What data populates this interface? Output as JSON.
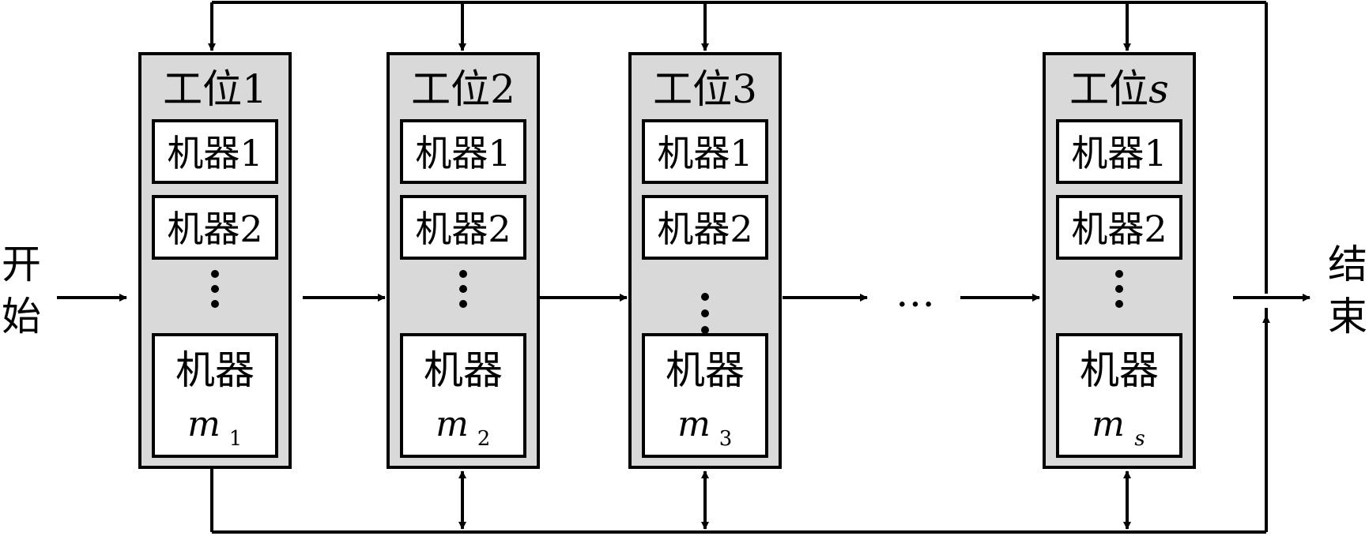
{
  "start_label": "开始",
  "end_label": "结束",
  "ellipsis": "…",
  "stations": [
    {
      "title_prefix": "工位",
      "title_index": "1",
      "index_italic": false,
      "machine1": "机器1",
      "machine2": "机器2",
      "last_machine": "机器",
      "last_symbol": "m",
      "last_subscript": "1"
    },
    {
      "title_prefix": "工位",
      "title_index": "2",
      "index_italic": false,
      "machine1": "机器1",
      "machine2": "机器2",
      "last_machine": "机器",
      "last_symbol": "m",
      "last_subscript": "2"
    },
    {
      "title_prefix": "工位",
      "title_index": "3",
      "index_italic": false,
      "machine1": "机器1",
      "machine2": "机器2",
      "last_machine": "机器",
      "last_symbol": "m",
      "last_subscript": "3"
    },
    {
      "title_prefix": "工位",
      "title_index": "s",
      "index_italic": true,
      "machine1": "机器1",
      "machine2": "机器2",
      "last_machine": "机器",
      "last_symbol": "m",
      "last_subscript": "s"
    }
  ]
}
